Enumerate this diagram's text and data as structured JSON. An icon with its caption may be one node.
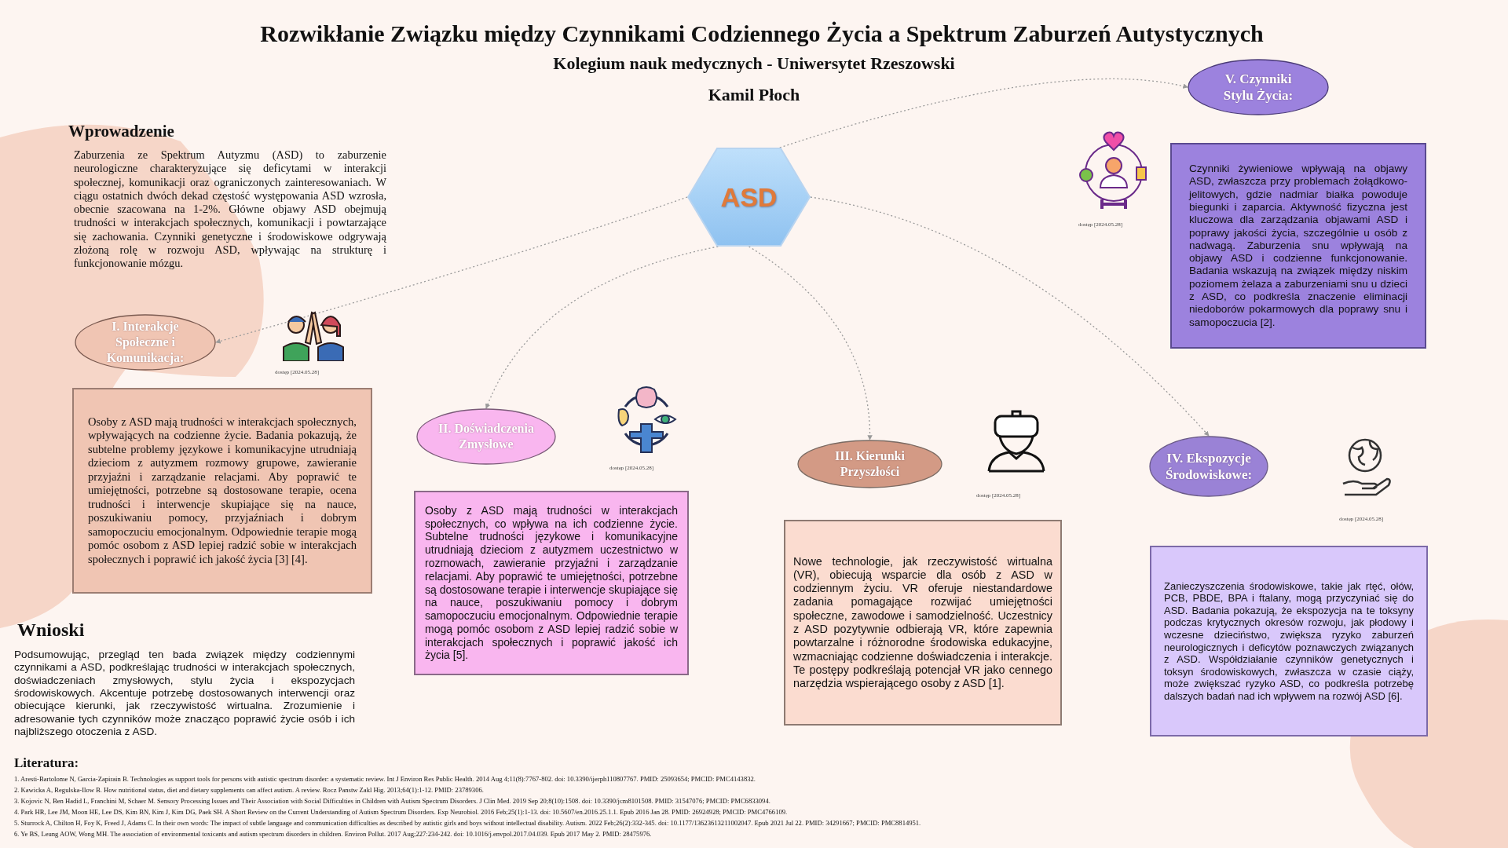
{
  "diagram": {
    "title": "Rozwikłanie Związku między Czynnikami Codziennego Życia a Spektrum Zaburzeń Autystycznych",
    "nodes": [
      {
        "text": [
          "ASD"
        ]
      },
      {
        "text": [
          "I. Interakcje Społeczne i Komunikacja:"
        ]
      },
      {
        "text": [
          "Osoby z ASD mają trudności w interakcjach społecznych, wpływających na codzienne życie. Badania pokazują, że subtelne problemy językowe  i komunikacyjne utrudniają dzieciom z autyzmem rozmowy grupowe, zawieranie przyjaźni i zarządzanie relacjami. Aby poprawić te umiejętności, potrzebne są dostosowane terapie, ocena trudności i interwencje skupiające się na nauce, poszukiwaniu pomocy, przyjaźniach i dobrym samopoczuciu emocjonalnym. Odpowiednie terapie mogą pomóc osobom z ASD lepiej radzić sobie w interakcjach społecznych i poprawić ich jakość życia [3] [4]."
        ]
      },
      {
        "text": [
          "II. Doświadczenia Zmysłowe"
        ]
      },
      {
        "text": [
          "Osoby z ASD mają trudności w interakcjach społecznych, co wpływa na ich codzienne życie. Subtelne trudności językowe i komunikacyjne utrudniają dzieciom z autyzmem uczestnictwo w rozmowach, zawieranie przyjaźni i zarządzanie relacjami. Aby poprawić te umiejętności, potrzebne są dostosowane terapie i interwencje skupiające się na nauce, poszukiwaniu pomocy i dobrym samopoczuciu emocjonalnym. Odpowiednie terapie mogą pomóc osobom z ASD lepiej radzić sobie  w interakcjach społecznych i poprawić jakość ich życia [5]."
        ]
      },
      {
        "text": [
          "III. Kierunki Przyszłości"
        ]
      },
      {
        "text": [
          "Nowe technologie, jak rzeczywistość wirtualna (VR), obiecują wsparcie dla osób z ASD w codziennym życiu. VR oferuje niestandardowe zadania pomagające rozwijać umiejętności społeczne, zawodowe i  samodzielność. Uczestnicy z ASD pozytywnie odbierają VR, które zapewnia powtarzalne  i różnorodne środowiska edukacyjne, wzmacniając codzienne doświadczenia i interakcje. Te postępy podkreślają potencjał VR jako cennego narzędzia wspierającego osoby z ASD [1]."
        ]
      },
      {
        "text": [
          "IV. Ekspozycje Środowiskowe:"
        ]
      },
      {
        "text": [
          "Zanieczyszczenia środowiskowe, takie jak rtęć, ołów, PCB, PBDE, BPA i ftalany, mogą przyczyniać się do ASD. Badania pokazują, że ekspozycja na te toksyny podczas krytycznych okresów rozwoju, jak płodowy i wczesne dzieciństwo, zwiększa ryzyko zaburzeń neurologicznych i deficytów poznawczych związanych z ASD. Współdziałanie czynników genetycznych i toksyn środowiskowych, zwłaszcza w czasie ciąży, może zwiększać ryzyko ASD, co podkreśla potrzebę dalszych badań nad ich wpływem na rozwój ASD [6]."
        ]
      },
      {
        "text": [
          "V. Czynniki Stylu Życia:"
        ]
      },
      {
        "text": [
          "Czynniki żywieniowe wpływają na objawy ASD, zwłaszcza przy problemach żołądkowo-jelitowych, gdzie nadmiar białka powoduje biegunki i zaparcia. Aktywność fizyczna jest kluczowa dla zarządzania objawami ASD i poprawy jakości życia, szczególnie u osób z nadwagą. Zaburzenia snu wpływają na objawy ASD i codzienne funkcjonowanie. Badania wskazują na związek między niskim poziomem żelaza a zaburzeniami snu u dzieci z ASD, co podkreśla znaczenie eliminacji niedoborów pokarmowych dla poprawy snu i samopoczucia [2]."
        ]
      }
    ],
    "edges": [
      {
        "from": 0,
        "to": 1,
        "arrow": "to",
        "style": "dashed"
      },
      {
        "from": 0,
        "to": 3,
        "arrow": "to",
        "style": "dashed"
      },
      {
        "from": 0,
        "to": 5,
        "arrow": "to",
        "style": "dashed"
      },
      {
        "from": 0,
        "to": 7,
        "arrow": "to",
        "style": "dashed"
      },
      {
        "from": 0,
        "to": 9,
        "arrow": "to",
        "style": "dashed"
      }
    ],
    "labels": [
      "Kolegium nauk medycznych - Uniwersytet Rzeszowski",
      "Kamil Płoch",
      "Wprowadzenie",
      "Zaburzenia ze Spektrum Autyzmu (ASD) to zaburzenie neurologiczne charakteryzujące się deficytami w interakcji społecznej, komunikacji oraz ograniczonych zainteresowaniach. W ciągu ostatnich dwóch dekad częstość występowania ASD wzrosła, obecnie szacowana na 1-2%. Główne objawy ASD obejmują trudności w interakcjach społecznych, komunikacji i powtarzające się zachowania. Czynniki genetyczne i środowiskowe odgrywają złożoną rolę w rozwoju ASD, wpływając na strukturę i funkcjonowanie mózgu.",
      "dostęp [2024.05.28]",
      "dostęp [2024.05.28]",
      "dostęp [2024.05.28]",
      "dostęp [2024.05.28]",
      "dostęp [2024.05.28]",
      "Wnioski",
      "Podsumowując, przegląd ten bada związek między codziennymi czynnikami a ASD, podkreślając trudności w interakcjach społecznych, doświadczeniach zmysłowych, stylu życia i ekspozycjach środowiskowych. Akcentuje potrzebę dostosowanych interwencji oraz obiecujące kierunki, jak rzeczywistość wirtualna. Zrozumienie i adresowanie tych czynników może znacząco poprawić życie osób i ich najbliższego otoczenia z ASD.",
      "Literatura:",
      "1. Aresti-Bartolome N, Garcia-Zapirain B. Technologies as support tools for persons with autistic spectrum disorder: a systematic review. Int J Environ Res Public Health. 2014 Aug 4;11(8):7767-802. doi: 10.3390/ijerph110807767. PMID: 25093654; PMCID: PMC4143832.",
      "2. Kawicka A, Regulska-Ilow B. How nutritional status, diet and dietary supplements can affect autism. A review. Rocz Panstw Zakl Hig. 2013;64(1):1-12. PMID: 23789306.",
      "3. Kojovic N, Ben Hadid L, Franchini M, Schaer M. Sensory Processing Issues and Their Association with Social Difficulties in Children with Autism Spectrum Disorders. J Clin Med. 2019 Sep 20;8(10):1508. doi: 10.3390/jcm8101508. PMID: 31547076; PMCID: PMC6833094.",
      "4. Park HR, Lee JM, Moon HE, Lee DS, Kim BN, Kim J, Kim DG, Paek SH. A Short Review on the Current Understanding of Autism Spectrum Disorders. Exp Neurobiol. 2016 Feb;25(1):1-13. doi: 10.5607/en.2016.25.1.1. Epub 2016 Jan 28. PMID: 26924928; PMCID: PMC4766109.",
      "5. Sturrock A, Chilton H, Foy K, Freed J, Adams C. In their own words: The impact of subtle language and communication difficulties as described by autistic girls and boys without intellectual disability. Autism. 2022 Feb;26(2):332-345. doi: 10.1177/13623613211002047. Epub 2021 Jul 22. PMID: 34291667; PMCID: PMC8814951.",
      "6. Ye BS, Leung AOW, Wong MH. The association of environmental toxicants and autism spectrum disorders in children. Environ Pollut. 2017 Aug;227:234-242. doi: 10.1016/j.envpol.2017.04.039. Epub 2017 May 2. PMID: 28475976."
    ]
  }
}
